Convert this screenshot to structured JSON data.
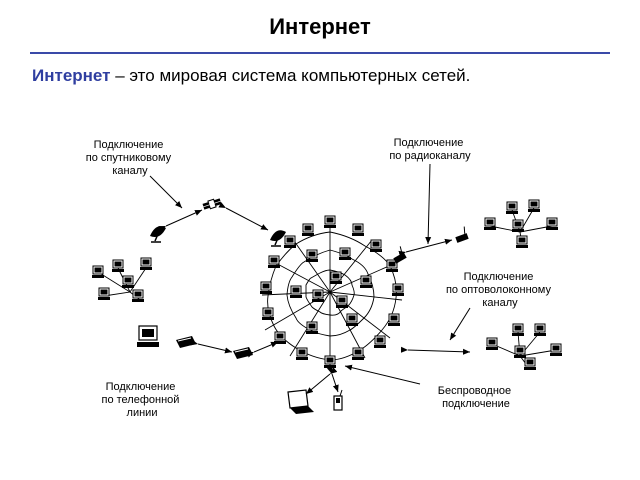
{
  "header": {
    "title": "Интернет",
    "subtitle_term": "Интернет",
    "subtitle_rest": " – это мировая система компьютерных сетей."
  },
  "labels": {
    "satellite": [
      "Подключение",
      "по спутниковому",
      "каналу"
    ],
    "radio": [
      "Подключение",
      "по радиоканалу"
    ],
    "fiber": [
      "Подключение",
      "по оптоволоконному",
      "каналу"
    ],
    "phone": [
      "Подключение",
      "по телефонной",
      "линии"
    ],
    "wireless": [
      "Беспроводное",
      "подключение"
    ]
  },
  "colors": {
    "accent": "#2f3ea0",
    "rule": "#3a4aa8"
  }
}
